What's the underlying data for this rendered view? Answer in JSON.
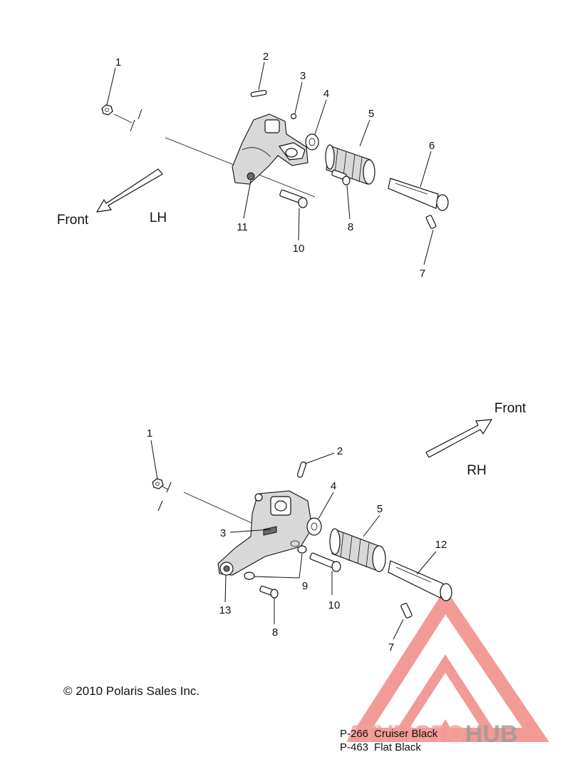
{
  "diagram": {
    "lh": {
      "side_label": "LH",
      "front_label": "Front",
      "callouts": [
        "1",
        "2",
        "3",
        "4",
        "5",
        "6",
        "7",
        "8",
        "10",
        "11"
      ]
    },
    "rh": {
      "side_label": "RH",
      "front_label": "Front",
      "callouts": [
        "1",
        "2",
        "3",
        "4",
        "5",
        "12",
        "7",
        "9",
        "10",
        "13",
        "8"
      ]
    },
    "copyright": "© 2010 Polaris Sales Inc.",
    "paint_codes": [
      {
        "code": "P-266",
        "name": "Cruiser Black"
      },
      {
        "code": "P-463",
        "name": "Flat Black"
      }
    ],
    "watermark": {
      "text_light": "ATV",
      "text_mid": "MOTO",
      "text_dark": "HUB",
      "colors": {
        "triangle": "#f08a84",
        "text_light": "#f2a29c",
        "text_dark": "#9a9a9a"
      }
    }
  }
}
